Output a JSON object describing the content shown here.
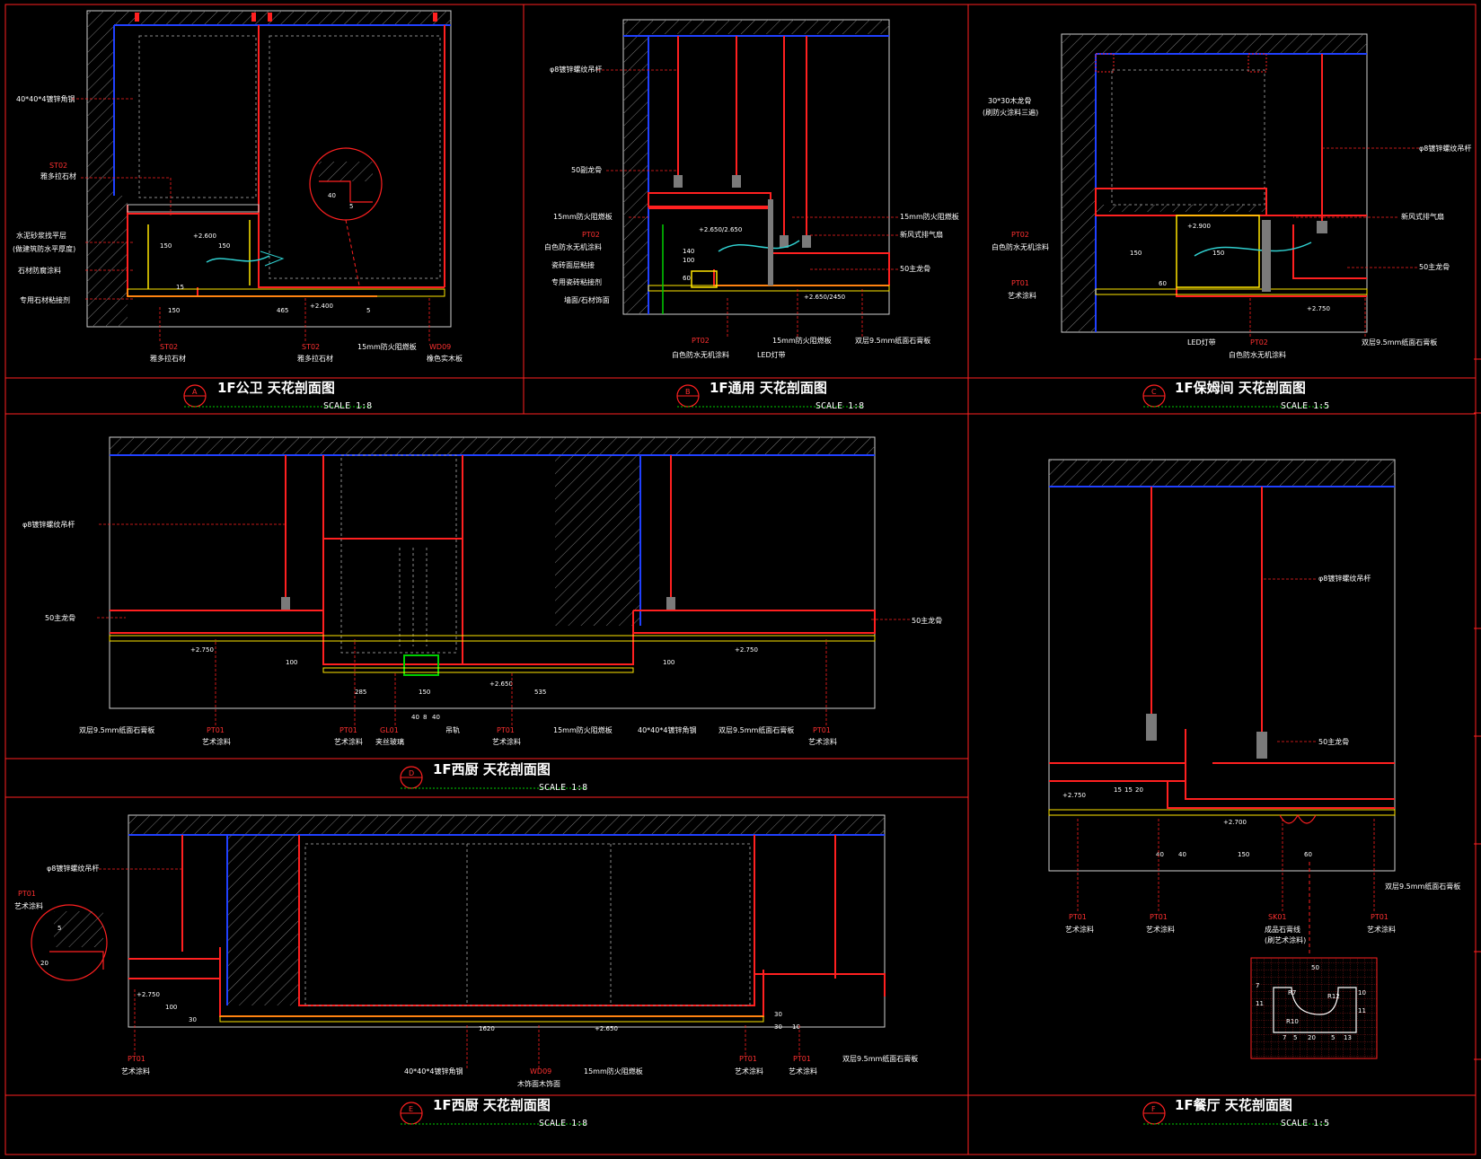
{
  "colors": {
    "background": "#000000",
    "frame": "#ff2020",
    "ceiling": "#2040ff",
    "detail": "#ffe600",
    "hatch": "#8a8a8a",
    "text": "#ffffff",
    "green": "#00d000"
  },
  "panels": [
    {
      "id": "A",
      "title": "1F公卫 天花剖面图",
      "scale": "SCALE 1:8",
      "labels": [
        "40*40*4镀锌角钢",
        "ST02",
        "雅多拉石材",
        "水泥砂浆找平层",
        "(做建筑防水平厚度)",
        "石材防腐涂料",
        "专用石材粘接剂"
      ],
      "bottom_tags": [
        {
          "code": "ST02",
          "text": "雅多拉石材"
        },
        {
          "code": "ST02",
          "text": "雅多拉石材"
        },
        {
          "code": "",
          "text": "15mm防火阻燃板"
        },
        {
          "code": "WD09",
          "text": "橡色实木板"
        }
      ],
      "dims": [
        "+2.600",
        "+2.400",
        "150",
        "150",
        "150",
        "465",
        "5",
        "15",
        "40",
        "5"
      ]
    },
    {
      "id": "B",
      "title": "1F通用 天花剖面图",
      "scale": "SCALE 1:8",
      "labels": [
        "φ8镀锌螺纹吊杆",
        "50副龙骨",
        "15mm防火阻燃板",
        "PT02",
        "白色防水无机涂料",
        "瓷砖面层粘接",
        "专用瓷砖粘接剂",
        "墙面/石材饰面"
      ],
      "right_labels": [
        "15mm防火阻燃板",
        "新风式排气扇",
        "50主龙骨"
      ],
      "bottom_tags": [
        {
          "code": "PT02",
          "text": "白色防水无机涂料"
        },
        {
          "code": "",
          "text": "LED灯带"
        },
        {
          "code": "",
          "text": "15mm防火阻燃板"
        },
        {
          "code": "",
          "text": "双层9.5mm纸面石膏板"
        }
      ],
      "dims": [
        "+2.650/2.650",
        "+2.650/2450",
        "140",
        "100",
        "60"
      ]
    },
    {
      "id": "C",
      "title": "1F保姆间 天花剖面图",
      "scale": "SCALE 1:5",
      "labels": [
        "30*30木龙骨",
        "(刷防火涂料三遍)",
        "PT02",
        "白色防水无机涂料",
        "PT01",
        "艺术涂料"
      ],
      "right_labels": [
        "φ8镀锌螺纹吊杆",
        "新风式排气扇",
        "50主龙骨"
      ],
      "bottom_tags": [
        {
          "code": "",
          "text": "LED灯带"
        },
        {
          "code": "PT02",
          "text": "白色防水无机涂料"
        },
        {
          "code": "",
          "text": "双层9.5mm纸面石膏板"
        }
      ],
      "dims": [
        "+2.900",
        "+2.750",
        "150",
        "150",
        "60"
      ]
    },
    {
      "id": "D",
      "title": "1F西厨 天花剖面图",
      "scale": "SCALE 1:8",
      "labels": [
        "φ8镀锌螺纹吊杆",
        "50主龙骨"
      ],
      "right_labels": [
        "50主龙骨"
      ],
      "bottom_tags": [
        {
          "code": "",
          "text": "双层9.5mm纸面石膏板"
        },
        {
          "code": "PT01",
          "text": "艺术涂料"
        },
        {
          "code": "PT01",
          "text": "艺术涂料"
        },
        {
          "code": "GL01",
          "text": "夹丝玻璃"
        },
        {
          "code": "",
          "text": "吊轨"
        },
        {
          "code": "PT01",
          "text": "艺术涂料"
        },
        {
          "code": "",
          "text": "15mm防火阻燃板"
        },
        {
          "code": "",
          "text": "40*40*4镀锌角钢"
        },
        {
          "code": "",
          "text": "双层9.5mm纸面石膏板"
        },
        {
          "code": "PT01",
          "text": "艺术涂料"
        }
      ],
      "dims": [
        "+2.750",
        "+2.650",
        "+2.750",
        "285",
        "535",
        "100",
        "100",
        "150",
        "40",
        "8",
        "40"
      ]
    },
    {
      "id": "E",
      "title": "1F西厨 天花剖面图",
      "scale": "SCALE 1:8",
      "labels": [
        "φ8镀锌螺纹吊杆",
        "PT01",
        "艺术涂料"
      ],
      "bottom_tags": [
        {
          "code": "PT01",
          "text": "艺术涂料"
        },
        {
          "code": "",
          "text": "40*40*4镀锌角钢"
        },
        {
          "code": "WD09",
          "text": "木饰面木饰面"
        },
        {
          "code": "",
          "text": "15mm防火阻燃板"
        },
        {
          "code": "PT01",
          "text": "艺术涂料"
        },
        {
          "code": "PT01",
          "text": "艺术涂料"
        },
        {
          "code": "",
          "text": "双层9.5mm纸面石膏板"
        }
      ],
      "dims": [
        "+2.750",
        "+2.650",
        "1620",
        "30",
        "30",
        "10",
        "100",
        "30",
        "5",
        "20"
      ]
    },
    {
      "id": "F",
      "title": "1F餐厅 天花剖面图",
      "scale": "SCALE 1:5",
      "labels": [
        "φ8镀锌螺纹吊杆",
        "50主龙骨"
      ],
      "bottom_tags": [
        {
          "code": "PT01",
          "text": "艺术涂料"
        },
        {
          "code": "PT01",
          "text": "艺术涂料"
        },
        {
          "code": "SK01",
          "text": "成品石膏线"
        },
        {
          "code": "",
          "text": "(刷艺术涂料)"
        },
        {
          "code": "PT01",
          "text": "艺术涂料"
        },
        {
          "code": "",
          "text": "双层9.5mm纸面石膏板"
        }
      ],
      "dims": [
        "+2.750",
        "+2.700",
        "40",
        "40",
        "150",
        "60",
        "15",
        "15",
        "20",
        "50",
        "R7",
        "R12",
        "R10",
        "7",
        "5",
        "20",
        "5",
        "13",
        "11",
        "10",
        "11",
        "7"
      ]
    }
  ]
}
